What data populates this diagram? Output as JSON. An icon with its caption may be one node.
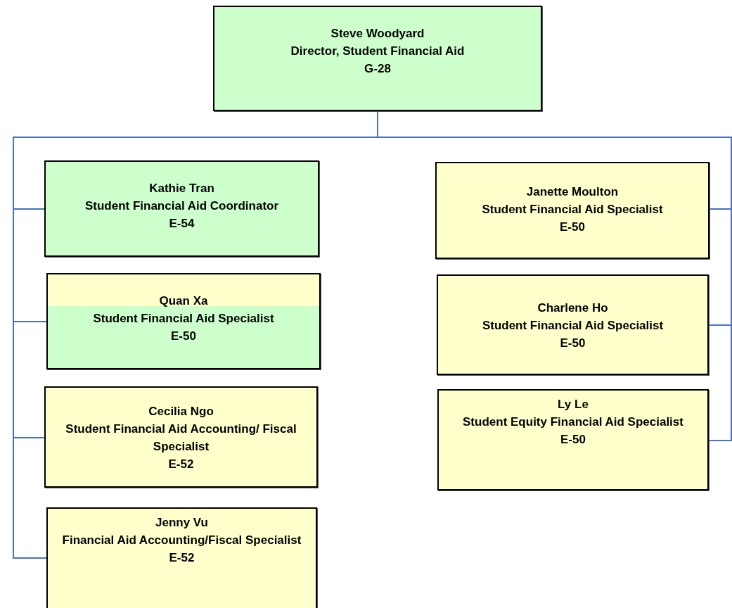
{
  "diagram": {
    "nodes": [
      {
        "text": [
          "Steve Woodyard",
          "Director, Student Financial Aid",
          "G-28"
        ]
      },
      {
        "text": [
          "Kathie Tran",
          "Student Financial Aid Coordinator",
          "E-54"
        ]
      },
      {
        "text": [
          "Quan Xa",
          "Student Financial Aid Specialist",
          "E-50"
        ]
      },
      {
        "text": [
          "Cecilia Ngo",
          "Student Financial Aid Accounting/ Fiscal Specialist",
          "E-52"
        ]
      },
      {
        "text": [
          "Jenny Vu",
          "Financial Aid Accounting/Fiscal Specialist",
          "E-52"
        ]
      },
      {
        "text": [
          "Janette Moulton",
          "Student Financial Aid Specialist",
          "E-50"
        ]
      },
      {
        "text": [
          "Charlene Ho",
          "Student Financial Aid Specialist",
          "E-50"
        ]
      },
      {
        "text": [
          "Ly Le",
          "Student Equity Financial Aid Specialist",
          "E-50"
        ]
      }
    ],
    "edges": [
      {
        "from": 0,
        "to": 1,
        "arrow": "none"
      },
      {
        "from": 0,
        "to": 2,
        "arrow": "none"
      },
      {
        "from": 0,
        "to": 3,
        "arrow": "none"
      },
      {
        "from": 0,
        "to": 4,
        "arrow": "none"
      },
      {
        "from": 0,
        "to": 5,
        "arrow": "none"
      },
      {
        "from": 0,
        "to": 6,
        "arrow": "none"
      },
      {
        "from": 0,
        "to": 7,
        "arrow": "none"
      }
    ]
  }
}
